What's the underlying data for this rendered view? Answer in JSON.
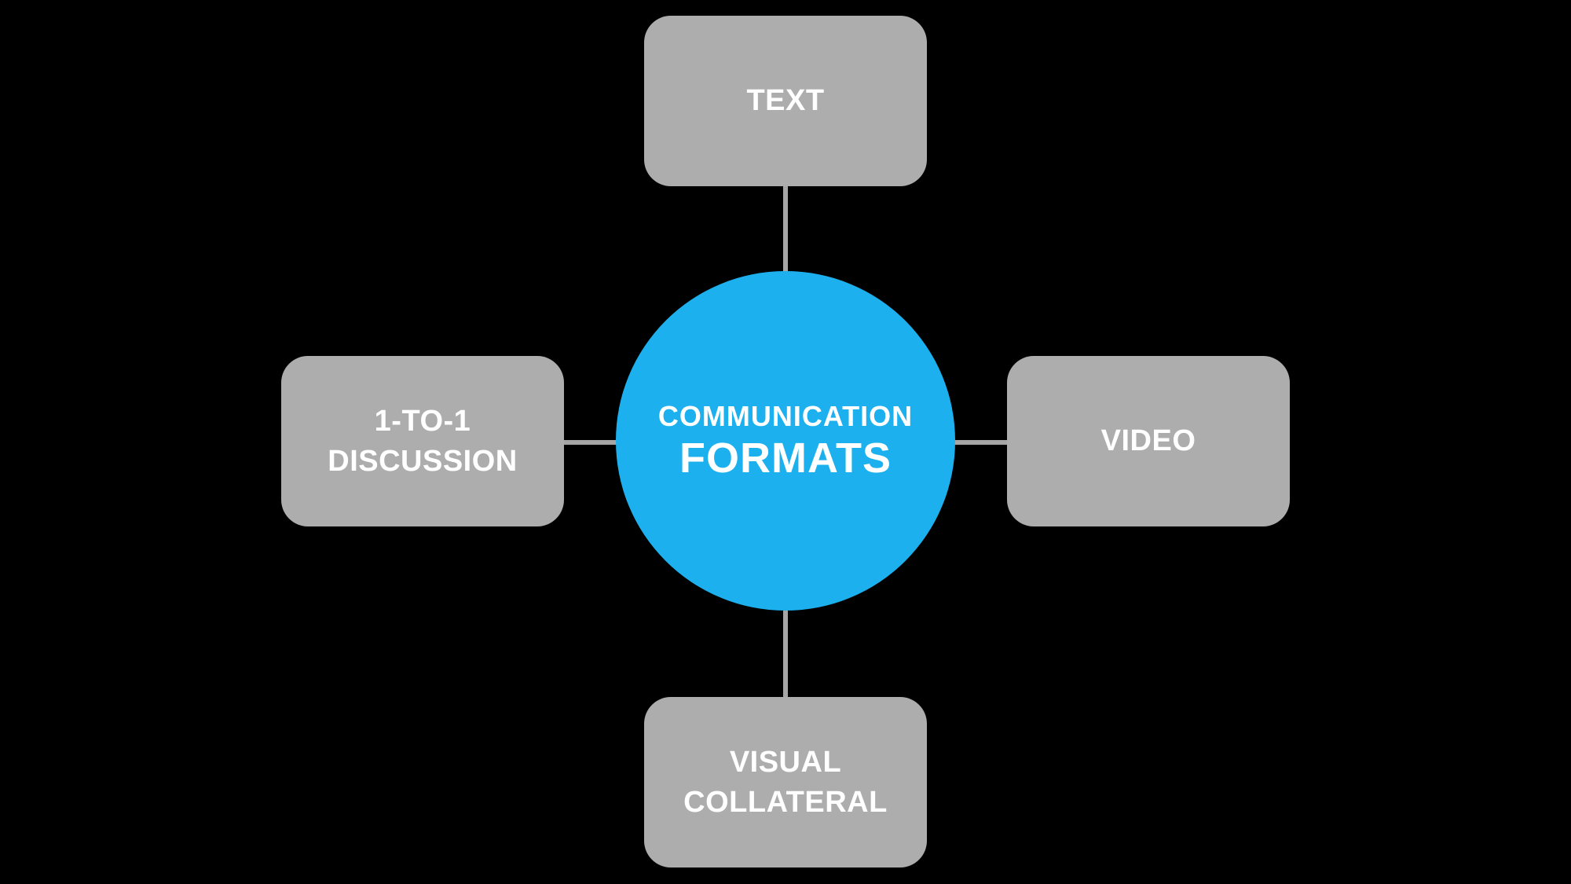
{
  "colors": {
    "background": "#000000",
    "circle_blue": "#1CB1EE",
    "box_gray": "#ADADAD",
    "connector_gray": "#A6A6A6",
    "label_white": "#FFFFFF"
  },
  "diagram": {
    "type": "hub-and-spoke",
    "center": {
      "id": "communication-formats",
      "lines": [
        "COMMUNICATION",
        "FORMATS"
      ]
    },
    "nodes": [
      {
        "id": "text",
        "position": "top",
        "lines": [
          "TEXT"
        ]
      },
      {
        "id": "video",
        "position": "right",
        "lines": [
          "VIDEO"
        ]
      },
      {
        "id": "visual-collateral",
        "position": "bottom",
        "lines": [
          "VISUAL",
          "COLLATERAL"
        ]
      },
      {
        "id": "one-to-one-discussion",
        "position": "left",
        "lines": [
          "1-TO-1",
          "DISCUSSION"
        ]
      }
    ],
    "connectors": [
      {
        "from": "communication-formats",
        "to": "text"
      },
      {
        "from": "communication-formats",
        "to": "video"
      },
      {
        "from": "communication-formats",
        "to": "visual-collateral"
      },
      {
        "from": "communication-formats",
        "to": "one-to-one-discussion"
      }
    ]
  }
}
